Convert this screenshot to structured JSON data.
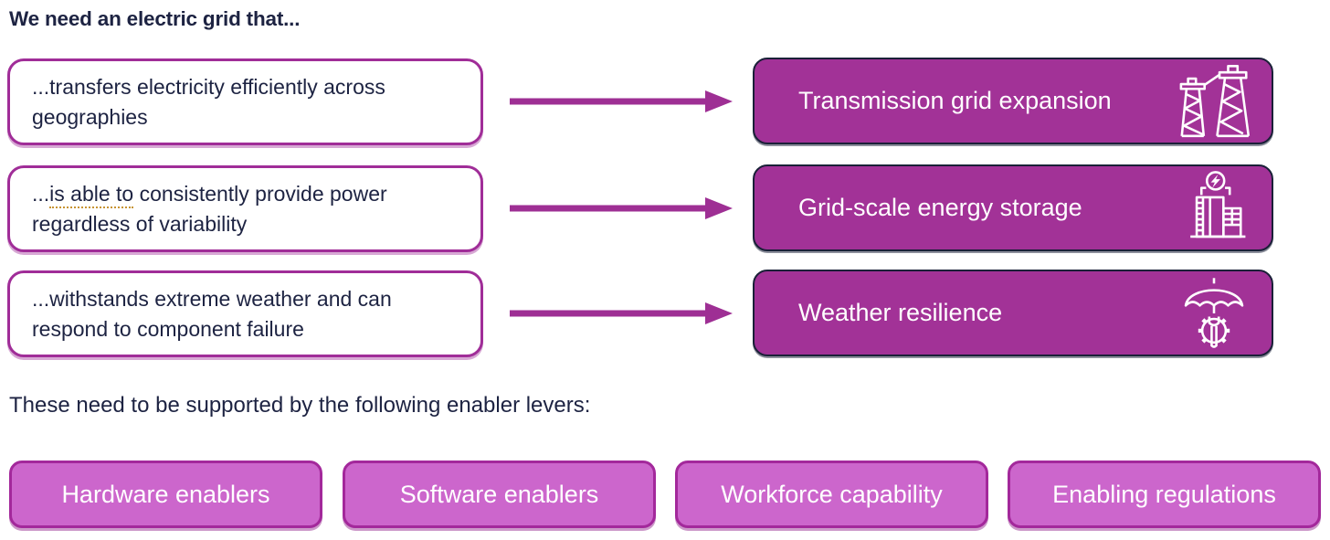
{
  "title": "We need an electric grid that...",
  "needs": [
    {
      "text": "...transfers electricity efficiently across geographies",
      "lever": "Transmission grid expansion",
      "icon": "transmission-towers-icon"
    },
    {
      "prefix": "...",
      "underlined": "is able to",
      "suffix": " consistently provide power regardless of variability",
      "lever": "Grid-scale energy storage",
      "icon": "battery-storage-icon"
    },
    {
      "text": "...withstands extreme weather and can respond to component failure",
      "lever": "Weather resilience",
      "icon": "umbrella-wrench-icon"
    }
  ],
  "enablers_intro": "These need to be supported by the following enabler levers:",
  "enablers": [
    {
      "label": "Hardware enablers"
    },
    {
      "label": "Software enablers"
    },
    {
      "label": "Workforce capability"
    },
    {
      "label": "Enabling regulations"
    }
  ],
  "colors": {
    "accent_purple": "#A23297",
    "box_border_purple": "#A02D98",
    "light_purple_fill": "#CC66CC",
    "light_purple_border": "#A3289B",
    "dark_navy": "#1D2342",
    "grammar_underline": "#C79433",
    "white": "#FFFFFF"
  }
}
